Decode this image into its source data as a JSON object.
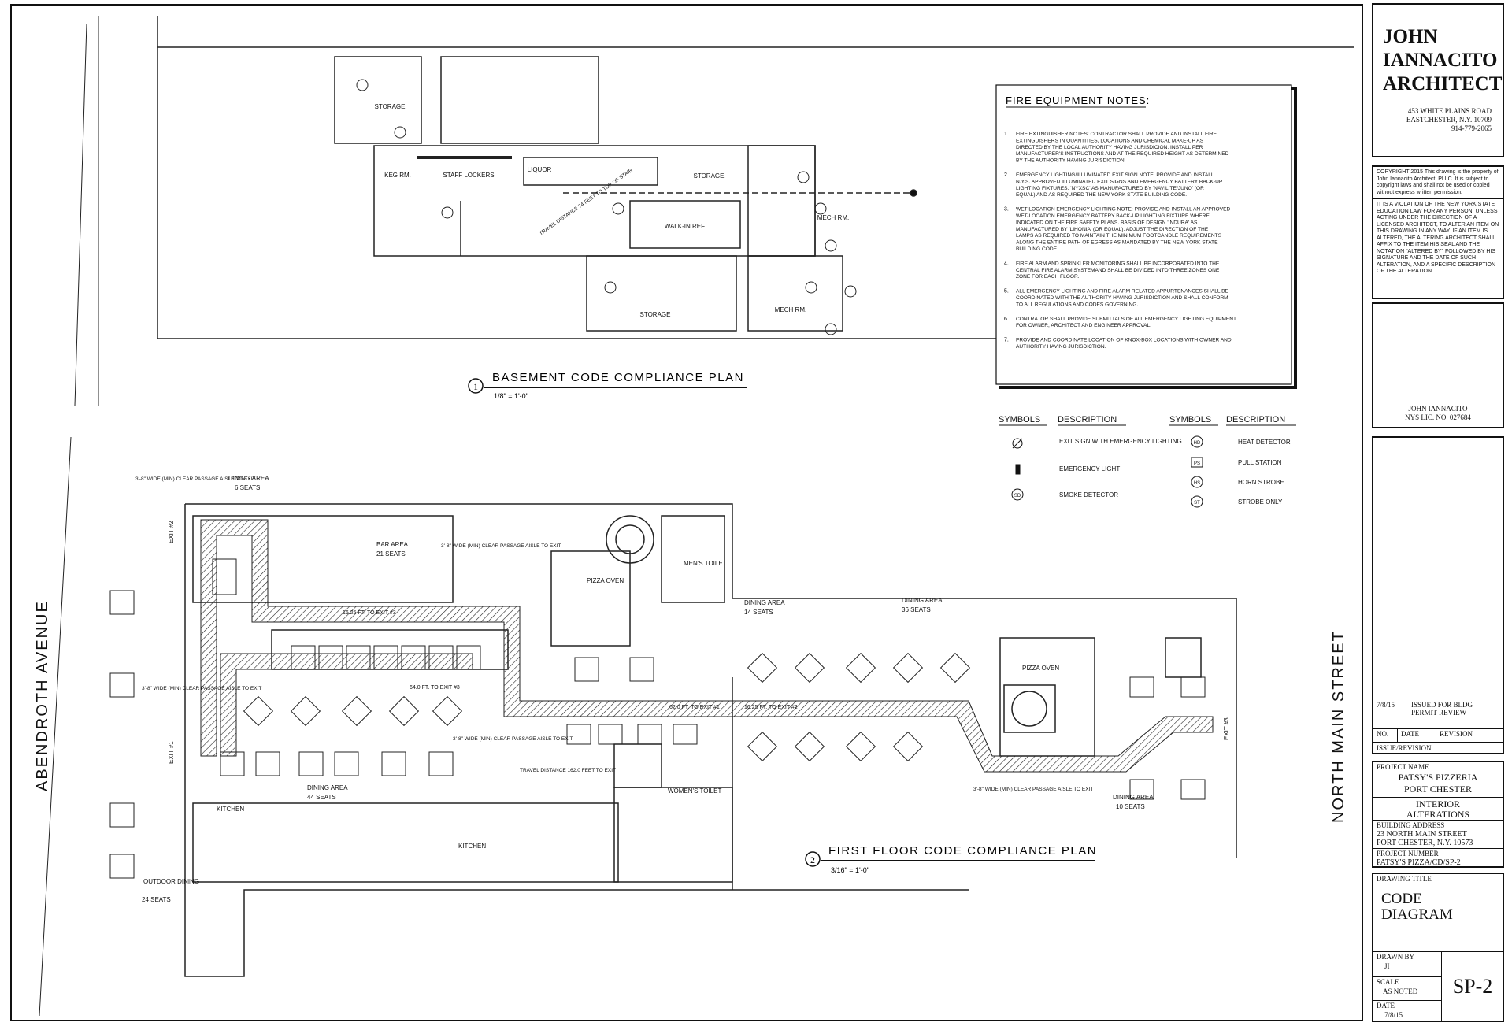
{
  "plans": {
    "basement": {
      "number": "1",
      "title": "BASEMENT CODE COMPLIANCE PLAN",
      "scale": "1/8\" = 1'-0\"",
      "rooms": [
        "STORAGE",
        "KEG RM.",
        "STAFF LOCKERS",
        "LIQUOR",
        "STORAGE",
        "WALK-IN REF.",
        "MECH RM.",
        "STORAGE",
        "MECH RM."
      ],
      "travel_note": "TRAVEL DISTANCE 74 FEET TO TOP OF STAIR"
    },
    "first_floor": {
      "number": "2",
      "title": "FIRST FLOOR CODE COMPLIANCE PLAN",
      "scale": "3/16\" = 1'-0\"",
      "street_left": "ABENDROTH AVENUE",
      "street_right": "NORTH MAIN STREET",
      "areas": [
        {
          "name": "DINING AREA",
          "seats": "6 SEATS"
        },
        {
          "name": "BAR AREA",
          "seats": "21 SEATS"
        },
        {
          "name": "DINING AREA",
          "seats": "14 SEATS"
        },
        {
          "name": "DINING AREA",
          "seats": "36 SEATS"
        },
        {
          "name": "DINING AREA",
          "seats": "44 SEATS"
        },
        {
          "name": "DINING AREA",
          "seats": "10 SEATS"
        },
        {
          "name": "OUTDOOR DINING",
          "seats": "24 SEATS"
        }
      ],
      "rooms": [
        "PIZZA OVEN",
        "MEN'S TOILET",
        "PIZZA OVEN",
        "KITCHEN",
        "KITCHEN",
        "WOMEN'S TOILET"
      ],
      "exits": [
        "EXIT #2",
        "EXIT #1",
        "EXIT #3"
      ],
      "distances": [
        "16.25 FT. TO EXIT #3",
        "64.0 FT. TO EXIT #3",
        "62.0 FT. TO EXIT #1",
        "16.25 FT. TO EXIT #2"
      ],
      "clear_passage": "3'-8\" WIDE (MIN) CLEAR PASSAGE AISLE TO EXIT",
      "travel_distance": "TRAVEL DISTANCE 162.0 FEET TO EXIT"
    }
  },
  "notes": {
    "title": "FIRE EQUIPMENT NOTES:",
    "items": [
      "FIRE EXTINGUISHER NOTES: CONTRACTOR SHALL PROVIDE AND INSTALL FIRE EXTINGUISHERS IN QUANTITIES, LOCATIONS AND CHEMICAL MAKE-UP AS DIRECTED BY THE LOCAL AUTHORITY HAVING JURISDICION. INSTALL PER MANUFACTURER'S INSTRUCTIONS AND AT THE REQUIRED HEIGHT AS DETERMINED BY THE AUTHORITY HAVING JURISDICTION.",
      "EMERGENCY LIGHTING/ILLUMINATED EXIT SIGN NOTE: PROVIDE AND INSTALL N.Y.S. APPROVED ILLUMINATED EXIT SIGNS AND EMERGENCY BATTERY BACK-UP LIGHTING FIXTURES. 'NYXSC' AS MANUFACTURED BY 'NAVILITE/JUNO' (OR EQUAL) AND AS REQUIRED THE NEW YORK STATE BUILDING CODE.",
      "WET LOCATION EMERGENCY LIGHTING NOTE: PROVIDE AND INSTALL AN APPROVED WET-LOCATION EMERGENCY BATTERY BACK-UP LIGHTING FIXTURE WHERE INDICATED ON THE FIRE SAFETY PLANS. BASIS OF DESIGN 'INDURA' AS MANUFACTURED BY 'LIHONIA' (OR EQUAL). ADJUST THE DIRECTION OF THE LAMPS AS REQUIRED TO MAINTAIN THE MINIMUM FOOTCANDLE REQUIREMENTS ALONG THE ENTIRE PATH OF EGRESS AS MANDATED BY THE NEW YORK STATE BUILDING CODE.",
      "FIRE ALARM AND SPRINKLER MONITORING SHALL BE INCORPORATED INTO THE CENTRAL FIRE ALARM SYSTEMAND SHALL BE DIVIDED INTO THREE ZONES ONE ZONE FOR EACH FLOOR.",
      "ALL EMERGENCY LIGHTING AND FIRE ALARM RELATED APPURTENANCES SHALL BE COORDINATED WITH THE AUTHORITY HAVING JURISDICTION AND SHALL CONFORM TO ALL REGULATIONS AND CODES GOVERNING.",
      "CONTRATOR SHALL PROVIDE SUBMITTALS OF ALL EMERGENCY LIGHTING EQUIPMENT FOR OWNER, ARCHITECT AND ENGINEER APPROVAL.",
      "PROVIDE AND COORDINATE LOCATION OF KNOX-BOX LOCATIONS WITH OWNER AND AUTHORITY HAVING JURISDICTION."
    ]
  },
  "legend": {
    "col_symbols": "SYMBOLS",
    "col_description": "DESCRIPTION",
    "left": [
      {
        "desc": "EXIT SIGN WITH EMERGENCY LIGHTING"
      },
      {
        "desc": "EMERGENCY LIGHT"
      },
      {
        "code": "SD",
        "desc": "SMOKE DETECTOR"
      }
    ],
    "right": [
      {
        "code": "HD",
        "desc": "HEAT DETECTOR"
      },
      {
        "code": "PS",
        "desc": "PULL STATION"
      },
      {
        "code": "HS",
        "desc": "HORN STROBE"
      },
      {
        "code": "ST",
        "desc": "STROBE ONLY"
      }
    ]
  },
  "title_block": {
    "firm_line1": "JOHN",
    "firm_line2": "IANNACITO",
    "firm_line3": "ARCHITECT",
    "address1": "453 WHITE PLAINS ROAD",
    "address2": "EASTCHESTER, N.Y. 10709",
    "phone": "914-779-2065",
    "copyright": "COPYRIGHT 2015 This drawing is the property of John Iannacito Architect, PLLC. It is subject to copyright laws and shall not be used or copied without express written permission.",
    "violation": "IT IS A VIOLATION OF THE NEW YORK STATE EDUCATION LAW FOR ANY PERSON, UNLESS ACTING UNDER THE DIRECTION OF A LICENSED ARCHITECT, TO ALTER AN ITEM ON THIS DRAWING IN ANY WAY. IF AN ITEM IS ALTERED, THE ALTERING ARCHITECT SHALL AFFIX TO THE ITEM HIS SEAL AND THE NOTATION \"ALTERED BY\" FOLLOWED BY HIS SIGNATURE AND THE DATE OF SUCH ALTERATION, AND A SPECIFIC DESCRIPTION OF THE ALTERATION.",
    "seal_name": "JOHN IANNACITO",
    "seal_lic": "NYS LIC. NO. 027684",
    "revision_date": "7/8/15",
    "revision_text": "ISSUED FOR BLDG PERMIT REVIEW",
    "rev_col_no": "NO.",
    "rev_col_date": "DATE",
    "rev_col_rev": "REVISION",
    "rev_caption": "ISSUE/REVISION",
    "project_name_label": "PROJECT NAME",
    "project_name1": "PATSY'S PIZZERIA",
    "project_name2": "PORT CHESTER",
    "project_name3": "INTERIOR",
    "project_name4": "ALTERATIONS",
    "building_address_label": "BUILDING ADDRESS",
    "building_address1": "23 NORTH MAIN STREET",
    "building_address2": "PORT CHESTER, N.Y. 10573",
    "project_number_label": "PROJECT NUMBER",
    "project_number": "PATSY'S PIZZA/CD/SP-2",
    "drawing_title_label": "DRAWING TITLE",
    "drawing_title1": "CODE",
    "drawing_title2": "DIAGRAM",
    "drawn_by_label": "DRAWN BY",
    "drawn_by": "JI",
    "scale_label": "SCALE",
    "scale": "AS NOTED",
    "date_label": "DATE",
    "date": "7/8/15",
    "sheet": "SP-2"
  }
}
